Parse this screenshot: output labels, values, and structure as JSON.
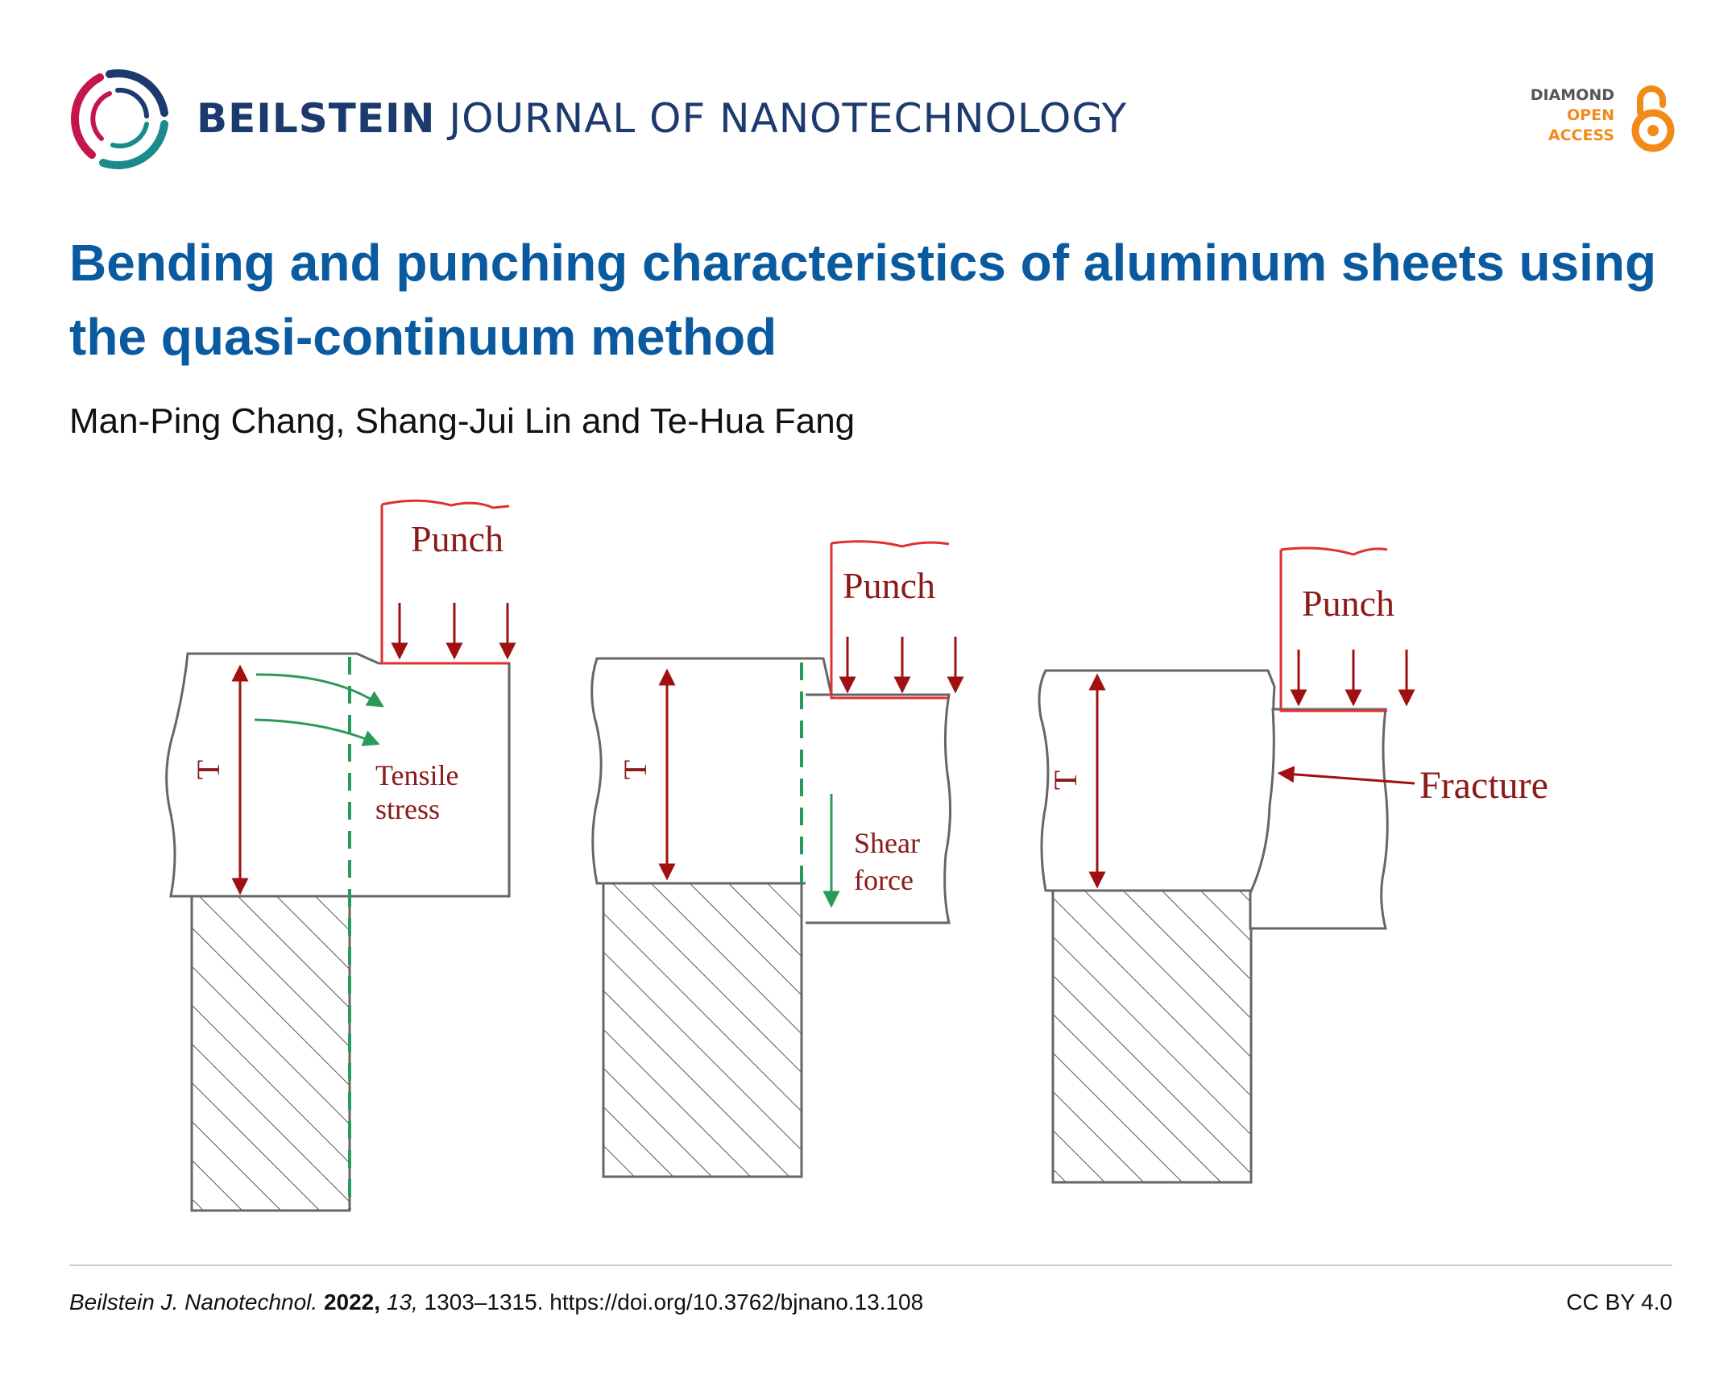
{
  "header": {
    "journal_name_bold": "BEILSTEIN",
    "journal_name_rest": "JOURNAL OF NANOTECHNOLOGY",
    "badge": {
      "line1": "DIAMOND",
      "line2": "OPEN",
      "line3": "ACCESS"
    }
  },
  "article": {
    "title": "Bending and punching characteristics of aluminum sheets using the quasi-continuum method",
    "authors": "Man-Ping Chang, Shang-Jui Lin and Te-Hua Fang"
  },
  "figure": {
    "panels": [
      {
        "punch_label": "Punch",
        "thickness_label": "T",
        "annotation_line1": "Tensile",
        "annotation_line2": "stress"
      },
      {
        "punch_label": "Punch",
        "thickness_label": "T",
        "annotation_line1": "Shear",
        "annotation_line2": "force"
      },
      {
        "punch_label": "Punch",
        "thickness_label": "T",
        "annotation_line1": "Fracture"
      }
    ]
  },
  "footer": {
    "journal_abbrev": "Beilstein J. Nanotechnol.",
    "year": "2022,",
    "volume": "13,",
    "pages_doi": "1303–1315. https://doi.org/10.3762/bjnano.13.108",
    "license": "CC BY 4.0"
  },
  "colors": {
    "title": "#0a5aa0",
    "journal": "#1d3a6e",
    "punch": "#e03030",
    "arrow_red": "#a01010",
    "arrow_green": "#2a9a5a",
    "label_red": "#8b1a1a",
    "open_access": "#f28a1a"
  }
}
